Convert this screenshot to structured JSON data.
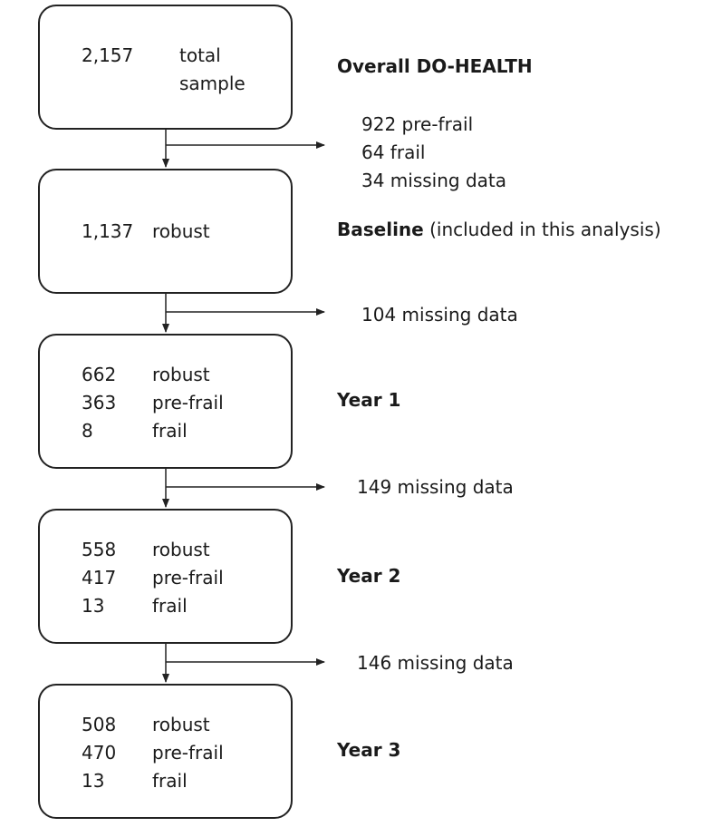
{
  "steps": [
    {
      "rows": [
        {
          "n": "2,157",
          "label": "total"
        },
        {
          "n": "",
          "label": "sample"
        }
      ],
      "stage_bold": "Overall DO-HEALTH",
      "stage_rest": ""
    },
    {
      "rows": [
        {
          "n": "1,137",
          "label": "robust"
        }
      ],
      "stage_bold": "Baseline",
      "stage_rest": " (included in this analysis)"
    },
    {
      "rows": [
        {
          "n": "662",
          "label": "robust"
        },
        {
          "n": "363",
          "label": "pre-frail"
        },
        {
          "n": "8",
          "label": "frail"
        }
      ],
      "stage_bold": "Year 1",
      "stage_rest": ""
    },
    {
      "rows": [
        {
          "n": "558",
          "label": "robust"
        },
        {
          "n": "417",
          "label": "pre-frail"
        },
        {
          "n": "13",
          "label": "frail"
        }
      ],
      "stage_bold": "Year 2",
      "stage_rest": ""
    },
    {
      "rows": [
        {
          "n": "508",
          "label": "robust"
        },
        {
          "n": "470",
          "label": "pre-frail"
        },
        {
          "n": "13",
          "label": "frail"
        }
      ],
      "stage_bold": "Year 3",
      "stage_rest": ""
    }
  ],
  "exclusions": [
    [
      "922 pre-frail",
      "64 frail",
      "34 missing data"
    ],
    [
      "104 missing data"
    ],
    [
      "149 missing data"
    ],
    [
      "146 missing data"
    ]
  ]
}
